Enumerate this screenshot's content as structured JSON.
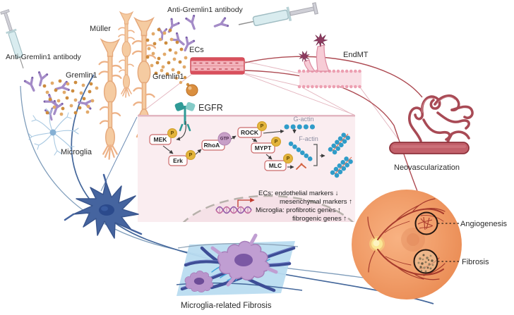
{
  "labels": {
    "anti_gremlin1_left": "Anti-Gremlin1 antibody",
    "anti_gremlin1_top": "Anti-Gremlin1 antibody",
    "muller": "Müller",
    "gremlin1_left": "Gremlin1",
    "gremlin1_center": "Gremlin1",
    "ecs": "ECs",
    "egfr": "EGFR",
    "microglia": "Microglia",
    "endmt": "EndMT",
    "neovascularization": "Neovascularization",
    "microglia_related_fibrosis": "Microglia-related Fibrosis",
    "angiogenesis": "Angiogenesis",
    "fibrosis": "Fibrosis"
  },
  "pathway": {
    "nodes": {
      "mek": "MEK",
      "erk": "Erk",
      "rhoa": "RhoA",
      "rock": "ROCK",
      "mypt": "MYPT",
      "mlc": "MLC"
    },
    "gtp": "GTP",
    "p": "P",
    "g_actin": "G-actin",
    "f_actin": "F-actin"
  },
  "nucleus": {
    "lines": [
      "ECs: endothelial markers ↓",
      "mesenchymal markers ↑",
      "Microglia: profibrotic genes ↑",
      "fibrogenic genes ↑"
    ]
  },
  "colors": {
    "antibody_purple": "#7b60a9",
    "gremlin_orange": "#d08b3e",
    "muller_tan": "#f5cba1",
    "microglia_ramified_blue": "#a9c9e2",
    "microglia_activated_blue": "#45649f",
    "vessel_red": "#d8505c",
    "pathway_box_pink": "#faedf0",
    "phospho_yellow": "#e3b43c",
    "gtp_purple": "#c79fc7",
    "actin_blue": "#2f9cc9",
    "endmt_pink": "#f7ccd6",
    "neovessel_red": "#b05560",
    "eye_orange": "#f09a6a",
    "fibrosis_panel_blue": "#b9dcf0",
    "fibro_cell_purple": "#c09ed2",
    "node_border_red": "#cb6b6b"
  }
}
